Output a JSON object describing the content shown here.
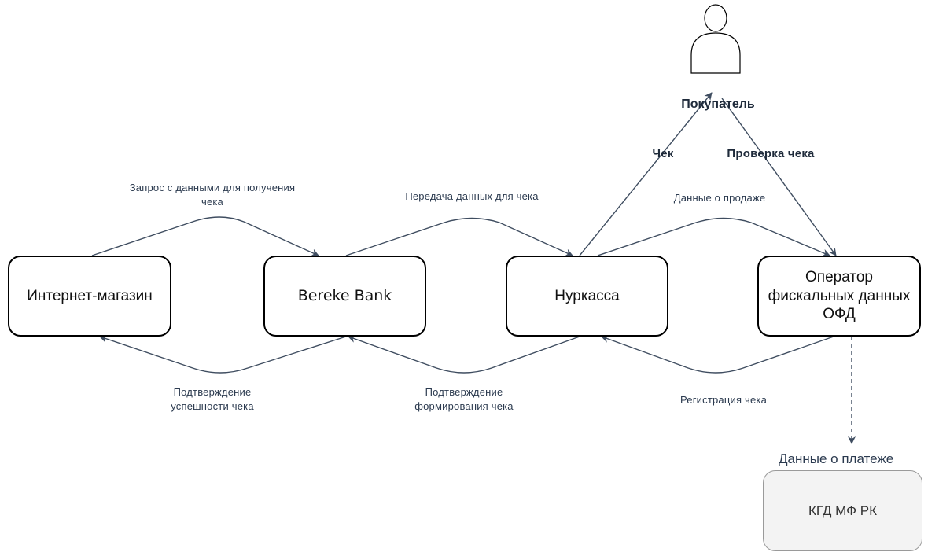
{
  "nodes": {
    "internet_shop": "Интернет-магазин",
    "bank": "Bereke Bank",
    "nurkassa": "Нуркасса",
    "ofd_line1": "Оператор",
    "ofd_line2": "фискальных данных",
    "ofd_line3": "ОФД",
    "kgd": "КГД МФ РК"
  },
  "actor": {
    "label": "Покупатель",
    "icon": "person-icon"
  },
  "edges": {
    "request_line1": "Запрос с данными для получения",
    "request_line2": "чека",
    "transfer": "Передача данных для чека",
    "sale_data": "Данные о продаже",
    "receipt": "Чек",
    "check_receipt": "Проверка чека",
    "confirm_success_line1": "Подтверждение",
    "confirm_success_line2": "успешности чека",
    "confirm_form_line1": "Подтверждение",
    "confirm_form_line2": "формирования чека",
    "registration": "Регистрация чека",
    "payment_data": "Данные о платеже"
  },
  "colors": {
    "edge": "#3f4d60",
    "node_border": "#000000",
    "kgd_fill": "#f3f3f3"
  }
}
